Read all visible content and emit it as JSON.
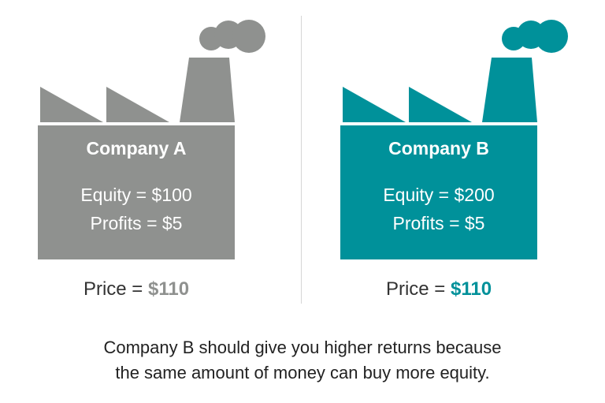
{
  "colors": {
    "company_a": "#8f918f",
    "company_b": "#00919a",
    "divider": "#d6d6d6",
    "text_dark": "#333333"
  },
  "company_a": {
    "name": "Company A",
    "equity": "Equity = $100",
    "profits": "Profits = $5",
    "price_label": "Price = ",
    "price_value": "$110"
  },
  "company_b": {
    "name": "Company B",
    "equity": "Equity = $200",
    "profits": "Profits = $5",
    "price_label": "Price = ",
    "price_value": "$110"
  },
  "caption": {
    "line1": "Company B should give you higher returns because",
    "line2": "the same amount of money can buy more equity."
  }
}
